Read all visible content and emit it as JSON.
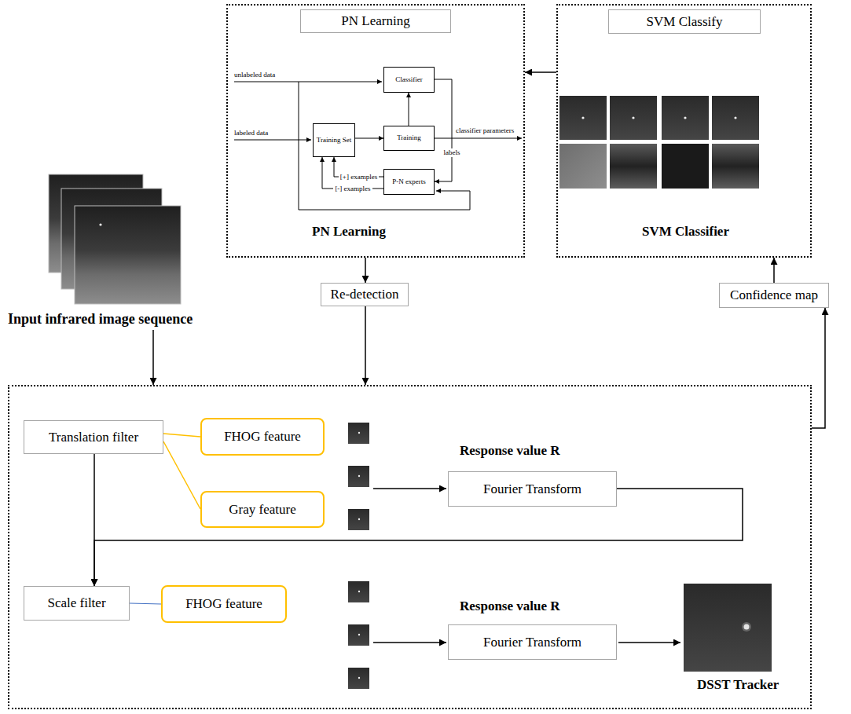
{
  "diagram": {
    "nodes": [
      {
        "text": [
          "Input infrared image sequence"
        ]
      },
      {
        "text": [
          "PN Learning"
        ]
      },
      {
        "text": [
          "PN Learning"
        ],
        "in": 1
      },
      {
        "text": [
          "Classifier"
        ],
        "in": 1
      },
      {
        "text": [
          "Training Set"
        ],
        "in": 1
      },
      {
        "text": [
          "Training"
        ],
        "in": 1
      },
      {
        "text": [
          "P-N experts"
        ],
        "in": 1
      },
      {
        "text": [
          "SVM Classifier"
        ]
      },
      {
        "text": [
          "SVM Classify"
        ],
        "in": 7
      },
      {
        "text": [
          "Re-detection"
        ]
      },
      {
        "text": [
          "Confidence map"
        ]
      },
      {
        "text": [
          "DSST Tracker"
        ]
      },
      {
        "text": [
          "Translation filter"
        ],
        "in": 11
      },
      {
        "text": [
          "FHOG feature"
        ],
        "in": 11
      },
      {
        "text": [
          "Gray feature"
        ],
        "in": 11
      },
      {
        "text": [
          "Fourier Transform"
        ],
        "in": 11
      },
      {
        "text": [
          "Scale filter"
        ],
        "in": 11
      },
      {
        "text": [
          "FHOG feature"
        ],
        "in": 11
      },
      {
        "text": [
          "Fourier Transform"
        ],
        "in": 11
      }
    ],
    "edges": [
      {
        "from": 0,
        "to": 11,
        "arrow": "to"
      },
      {
        "from": 1,
        "to": 9,
        "arrow": "to"
      },
      {
        "from": 9,
        "to": 11,
        "arrow": "to"
      },
      {
        "from": 11,
        "to": 10,
        "arrow": "to"
      },
      {
        "from": 10,
        "to": 7,
        "arrow": "to"
      },
      {
        "from": 7,
        "to": 1,
        "arrow": "to"
      },
      {
        "from": 4,
        "to": 5,
        "arrow": "to"
      },
      {
        "from": 5,
        "to": 3,
        "arrow": "to"
      },
      {
        "from": 3,
        "to": 6,
        "label": "labels",
        "arrow": "to"
      },
      {
        "from": 6,
        "to": 4,
        "label": "[+] examples",
        "arrow": "to"
      },
      {
        "from": 6,
        "to": 4,
        "label": "[-] examples",
        "arrow": "to"
      },
      {
        "from": 12,
        "to": 13,
        "arrow": "none"
      },
      {
        "from": 12,
        "to": 14,
        "arrow": "none"
      },
      {
        "from": 12,
        "to": 16,
        "arrow": "to"
      },
      {
        "from": 15,
        "to": 16,
        "arrow": "to"
      },
      {
        "from": 16,
        "to": 17,
        "arrow": "none"
      }
    ],
    "labels": [
      "unlabeled data",
      "labeled data",
      "classifier parameters",
      "Response value R",
      "Response value R"
    ]
  }
}
